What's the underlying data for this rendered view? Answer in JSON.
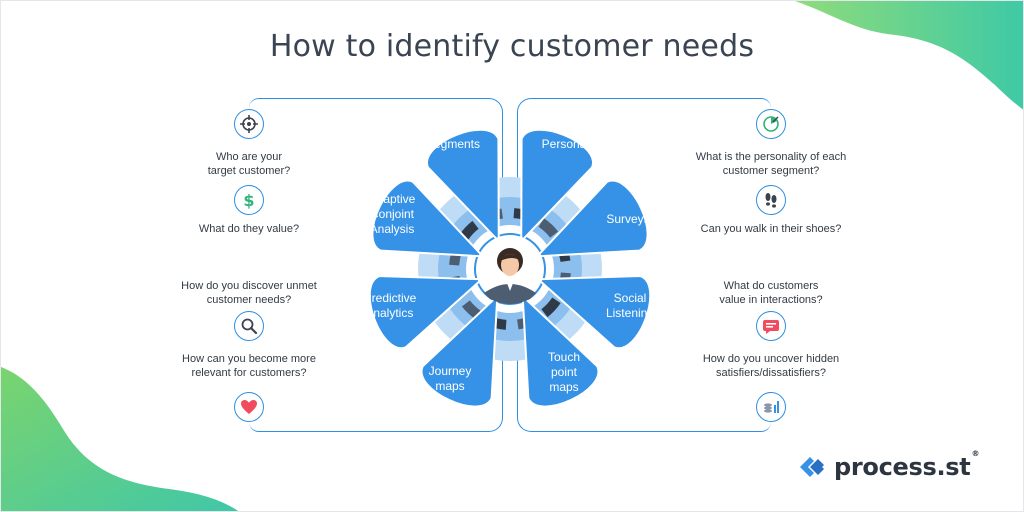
{
  "title": "How to identify customer needs",
  "colors": {
    "petal": "#3592e6",
    "border": "#2f8fe0",
    "ring_light": "#bfdcf7",
    "ring_mid": "#8cbfee",
    "ring_dark": "#4d5d72",
    "green": "#4cc49a",
    "accent_red": "#f04b5f",
    "text": "#333b45"
  },
  "left_questions": [
    "Who are your\ntarget customer?",
    "What do they value?",
    "How do you discover unmet\ncustomer needs?",
    "How can you become more\nrelevant for customers?"
  ],
  "right_questions": [
    "What is the personality of each\ncustomer segment?",
    "Can you walk in their shoes?",
    "What do customers\nvalue in interactions?",
    "How do you uncover hidden\nsatisfiers/dissatisfiers?"
  ],
  "left_icons": [
    "target-icon",
    "dollar-icon",
    "magnifier-icon",
    "heart-icon"
  ],
  "right_icons": [
    "pie-chart-icon",
    "footprints-icon",
    "chat-icon",
    "coins-chart-icon"
  ],
  "petals": [
    {
      "label": "Segments"
    },
    {
      "label": "Adaptive\nConjoint\nAnalysis"
    },
    {
      "label": "Predictive\nanalytics"
    },
    {
      "label": "Journey\nmaps"
    },
    {
      "label": "Personas"
    },
    {
      "label": "Surveys"
    },
    {
      "label": "Social\nListening"
    },
    {
      "label": "Touch\npoint\nmaps"
    }
  ],
  "center_icon": "customer-avatar-icon",
  "logo": {
    "text": "process.st",
    "reg": "®",
    "icon": "process-st-logo-icon"
  }
}
